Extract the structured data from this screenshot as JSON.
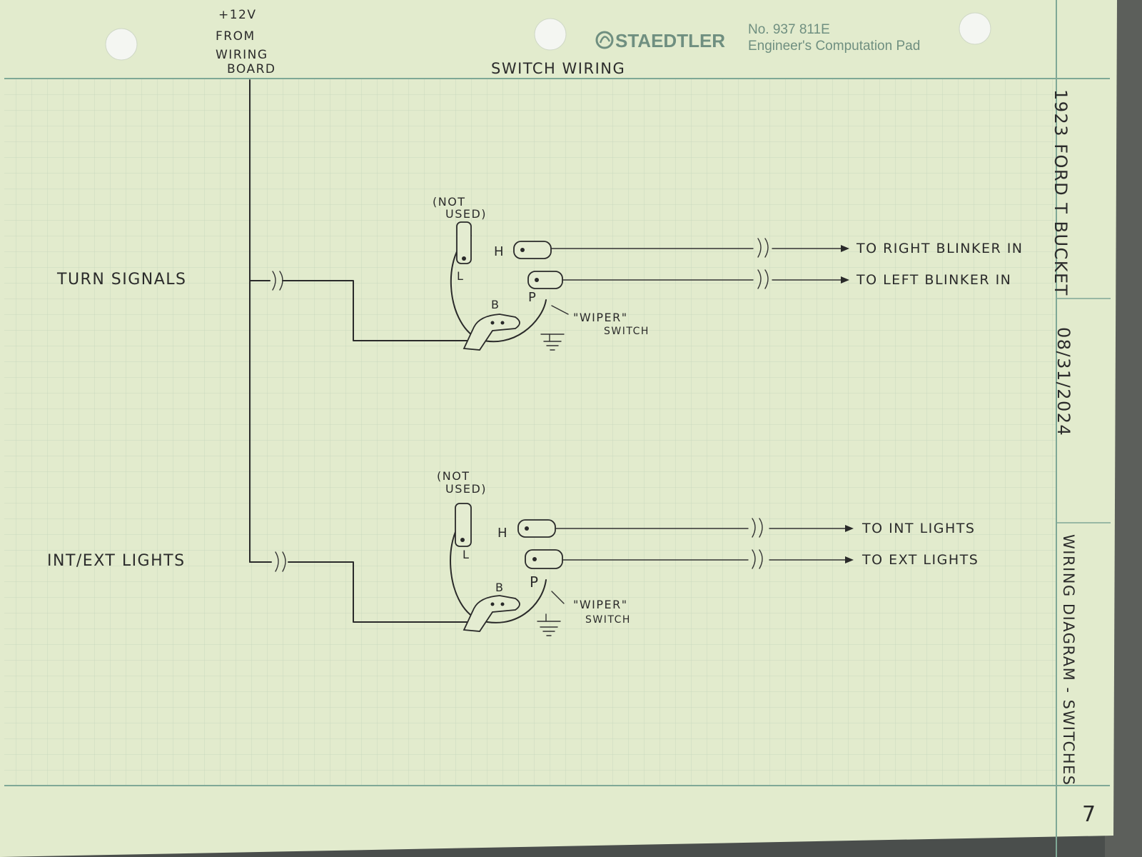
{
  "pad": {
    "brand": "STAEDTLER",
    "product_no": "No. 937 811E",
    "product_name": "Engineer's Computation Pad",
    "colors": {
      "paper": "#e2ebcd",
      "grid": "#c9d8be",
      "rule": "#7fa896",
      "brand": "#6f8f80"
    }
  },
  "header": {
    "source_line1": "+12V",
    "source_line2": "FROM",
    "source_line3": "WIRING",
    "source_line4": "BOARD",
    "title": "SWITCH WIRING"
  },
  "title_block": {
    "project": "1923 FORD T BUCKET",
    "date": "08/31/2024",
    "sheet_title": "WIRING DIAGRAM - SWITCHES",
    "page_number": "7"
  },
  "circuits": [
    {
      "label": "TURN SIGNALS",
      "not_used_line1": "(NOT",
      "not_used_line2": "USED)",
      "terminal_h": "H",
      "terminal_l": "L",
      "terminal_p": "P",
      "terminal_b": "B",
      "switch_name": "\"WIPER\"",
      "switch_word": "SWITCH",
      "output_h": "TO RIGHT BLINKER IN",
      "output_p": "TO LEFT BLINKER IN"
    },
    {
      "label": "INT/EXT LIGHTS",
      "not_used_line1": "(NOT",
      "not_used_line2": "USED)",
      "terminal_h": "H",
      "terminal_l": "L",
      "terminal_p": "P",
      "terminal_b": "B",
      "switch_name": "\"WIPER\"",
      "switch_word": "SWITCH",
      "output_h": "TO INT LIGHTS",
      "output_p": "TO EXT LIGHTS"
    }
  ]
}
